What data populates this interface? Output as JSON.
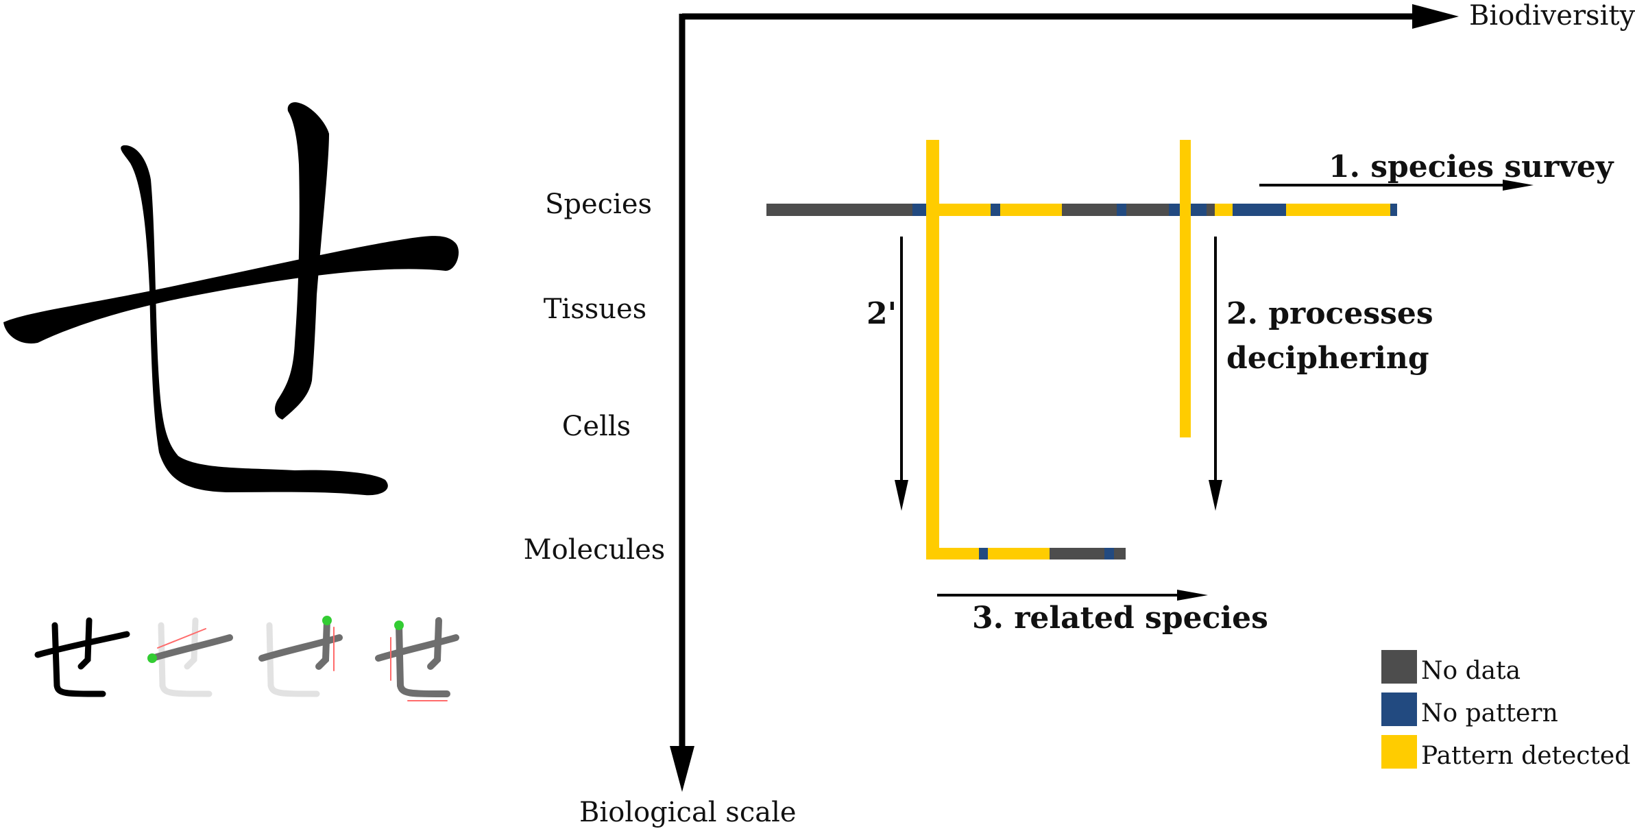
{
  "axes": {
    "x_label": "Biodiversity",
    "y_label": "Biological scale"
  },
  "scale_levels": [
    "Species",
    "Tissues",
    "Cells",
    "Molecules"
  ],
  "annotations": {
    "species_survey": "1. species survey",
    "processes_line1": "2. processes",
    "processes_line2": "deciphering",
    "alt_path": "2'",
    "related_species": "3. related species"
  },
  "legend": {
    "no_data": "No data",
    "no_pattern": "No pattern",
    "pattern_detected": "Pattern detected"
  },
  "colors": {
    "no_data": "#4d4d4d",
    "no_pattern": "#224a80",
    "pattern_detected": "#ffcc00",
    "axis": "#000000"
  },
  "icons": {
    "large_character": "katakana-se-glyph",
    "stroke_order": "stroke-order-sequence"
  }
}
